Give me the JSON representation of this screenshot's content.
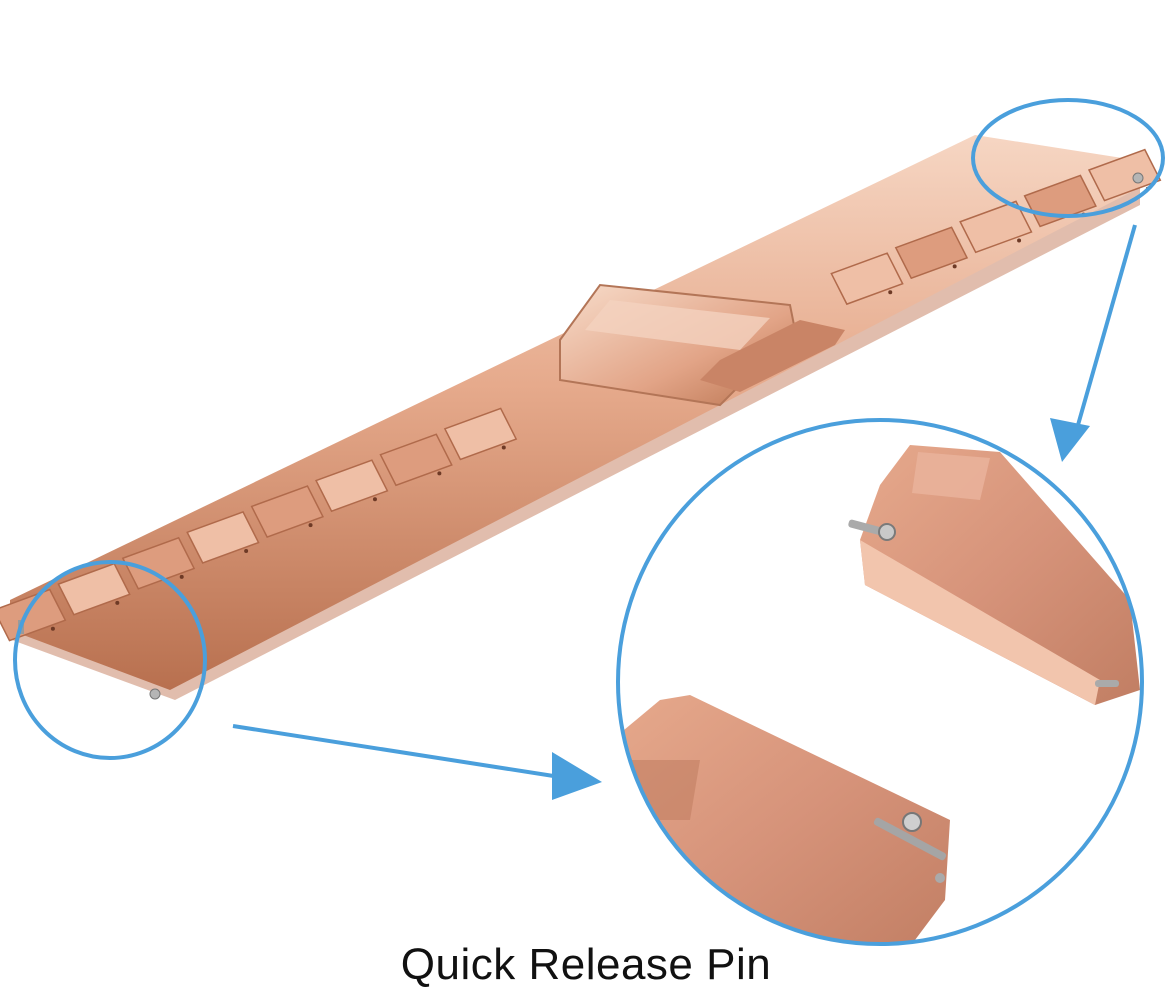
{
  "caption": "Quick Release Pin",
  "colors": {
    "callout": "#4a9fdc",
    "metal_light": "#f1c7b0",
    "metal_mid": "#d99a7c",
    "metal_dark": "#b26a4c",
    "pin": "#a9a9a9"
  },
  "image": {
    "subject": "rose-gold stainless steel watch band with deployant clasp",
    "callouts": [
      "quick-release pin at band end (left)",
      "quick-release pin at band end (right)"
    ],
    "zoom_inset": "close-up of two band ends showing spring-loaded quick release pins"
  }
}
